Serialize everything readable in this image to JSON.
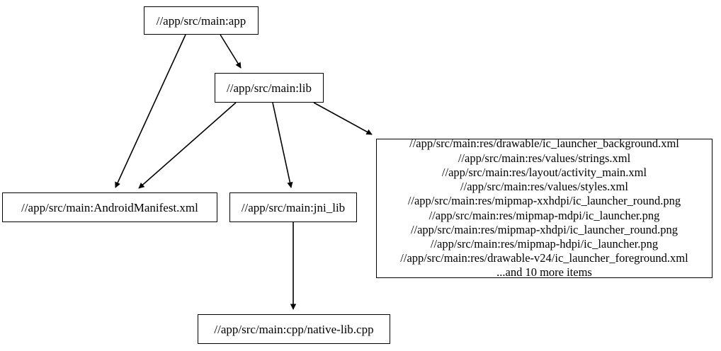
{
  "graph": {
    "type": "directed-acyclic-dependency-graph",
    "background_color": "#ffffff",
    "node_border_color": "#000000",
    "edge_color": "#000000",
    "text_color": "#000000",
    "nodes": [
      {
        "id": "app",
        "label": "//app/src/main:app"
      },
      {
        "id": "lib",
        "label": "//app/src/main:lib"
      },
      {
        "id": "manifest",
        "label": "//app/src/main:AndroidManifest.xml"
      },
      {
        "id": "jni_lib",
        "label": "//app/src/main:jni_lib"
      },
      {
        "id": "native_lib",
        "label": "//app/src/main:cpp/native-lib.cpp"
      },
      {
        "id": "resources",
        "label": "//app/src/main:res/drawable/ic_launcher_background.xml\n//app/src/main:res/values/strings.xml\n//app/src/main:res/layout/activity_main.xml\n//app/src/main:res/values/styles.xml\n//app/src/main:res/mipmap-xxhdpi/ic_launcher_round.png\n//app/src/main:res/mipmap-mdpi/ic_launcher.png\n//app/src/main:res/mipmap-xhdpi/ic_launcher_round.png\n//app/src/main:res/mipmap-hdpi/ic_launcher.png\n//app/src/main:res/drawable-v24/ic_launcher_foreground.xml\n...and 10 more items",
        "lines": [
          "//app/src/main:res/drawable/ic_launcher_background.xml",
          "//app/src/main:res/values/strings.xml",
          "//app/src/main:res/layout/activity_main.xml",
          "//app/src/main:res/values/styles.xml",
          "//app/src/main:res/mipmap-xxhdpi/ic_launcher_round.png",
          "//app/src/main:res/mipmap-mdpi/ic_launcher.png",
          "//app/src/main:res/mipmap-xhdpi/ic_launcher_round.png",
          "//app/src/main:res/mipmap-hdpi/ic_launcher.png",
          "//app/src/main:res/drawable-v24/ic_launcher_foreground.xml",
          "...and 10 more items"
        ]
      }
    ],
    "edges": [
      {
        "from": "app",
        "to": "manifest"
      },
      {
        "from": "app",
        "to": "lib"
      },
      {
        "from": "lib",
        "to": "manifest"
      },
      {
        "from": "lib",
        "to": "jni_lib"
      },
      {
        "from": "lib",
        "to": "resources"
      },
      {
        "from": "jni_lib",
        "to": "native_lib"
      }
    ]
  }
}
